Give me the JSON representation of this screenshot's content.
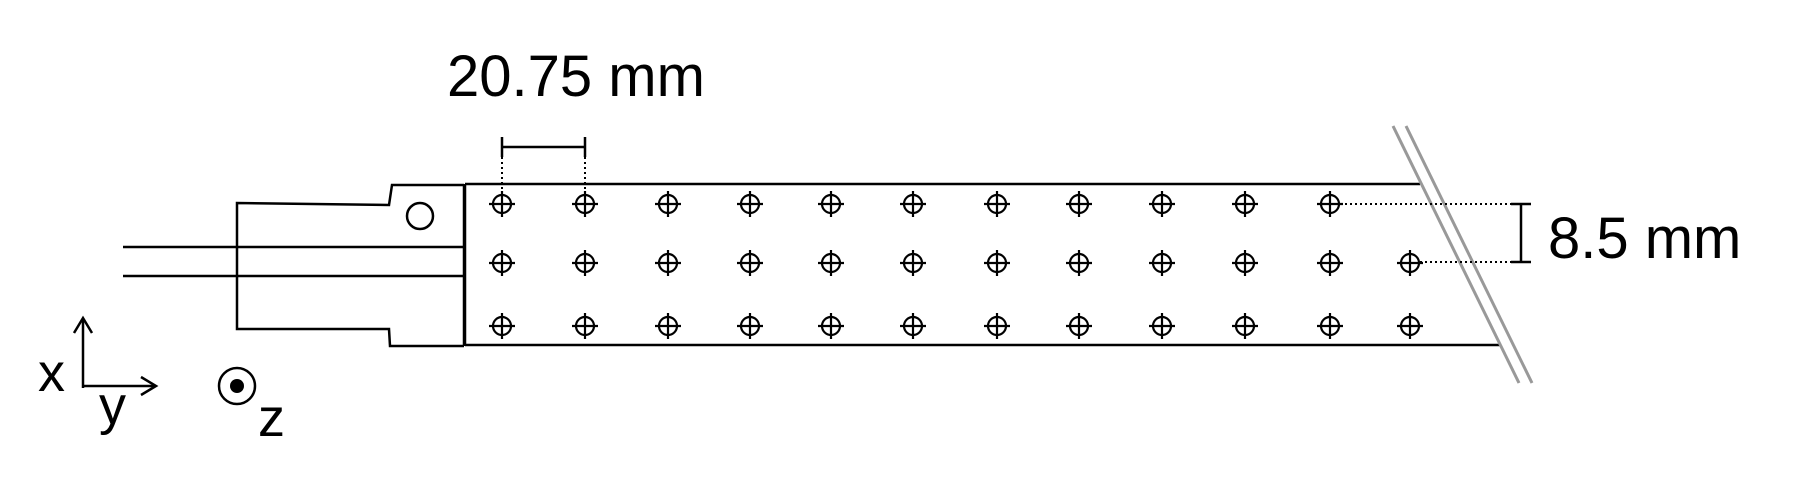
{
  "dimensions": {
    "horizontal_label": "20.75 mm",
    "vertical_label": "8.5 mm"
  },
  "axes": {
    "x_label": "x",
    "y_label": "y",
    "z_label": "z"
  },
  "markers": {
    "rows": [
      11,
      12,
      12
    ]
  },
  "colors": {
    "ink": "#000000",
    "break_lines": "#999999"
  }
}
